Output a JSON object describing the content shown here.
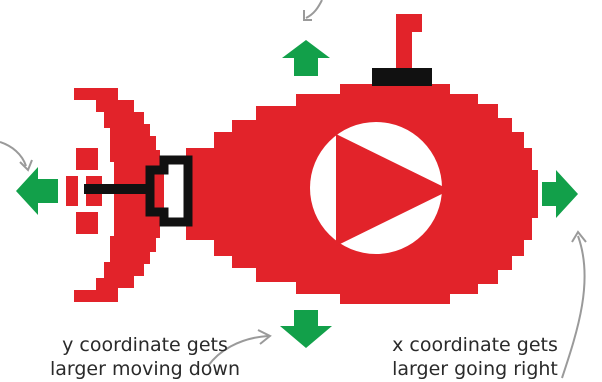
{
  "captions": {
    "y_line1": "y coordinate gets",
    "y_line2": "larger moving down",
    "x_line1": "x coordinate gets",
    "x_line2": "larger going right"
  },
  "colors": {
    "submarine": "#e2232a",
    "arrow": "#12a04a",
    "outline": "#111111",
    "pointer": "#9a9a9a",
    "background": "#ffffff"
  },
  "icons": {
    "up": "arrow-up-icon",
    "down": "arrow-down-icon",
    "left": "arrow-left-icon",
    "right": "arrow-right-icon"
  }
}
